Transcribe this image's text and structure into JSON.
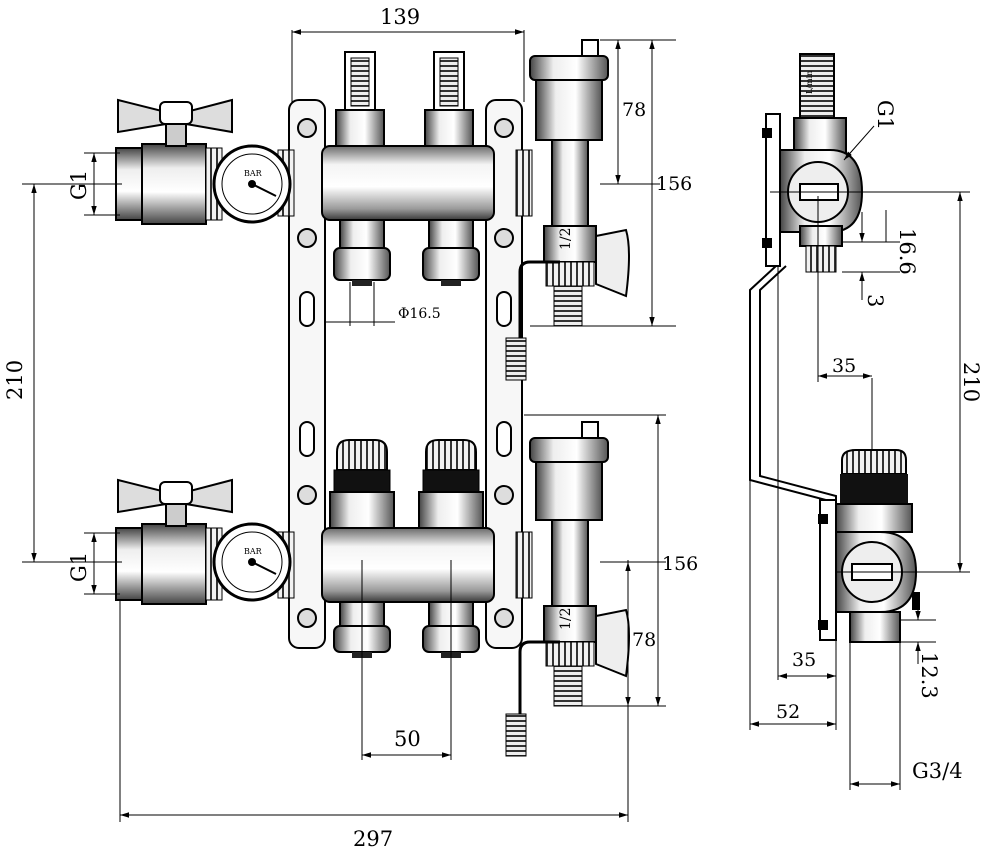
{
  "drawing": {
    "front_view": {
      "dim_top_width": "139",
      "dim_outlet_diameter": "Φ16.5",
      "dim_outlet_pitch": "50",
      "dim_total_width": "297",
      "dim_pipe_spacing": "210",
      "dim_inlet_thread_top": "G1",
      "dim_inlet_thread_bottom": "G1",
      "dim_vent_height_top": "78",
      "dim_vent_height_bottom": "78",
      "dim_side_height_top": "156",
      "dim_side_height_bottom": "156",
      "valve_label_top": "1/2",
      "valve_label_bottom": "1/2",
      "flowmeter_label": "L/min",
      "gauge_label": "BAR"
    },
    "side_view": {
      "dim_thread_top": "G1",
      "dim_outlet_length": "16.6",
      "dim_outlet_offset": "3",
      "dim_offset_upper": "35",
      "dim_pipe_spacing": "210",
      "dim_offset_lower": "35",
      "dim_depth": "52",
      "dim_thread_offset": "12.3",
      "dim_outlet_thread": "G3/4"
    }
  }
}
